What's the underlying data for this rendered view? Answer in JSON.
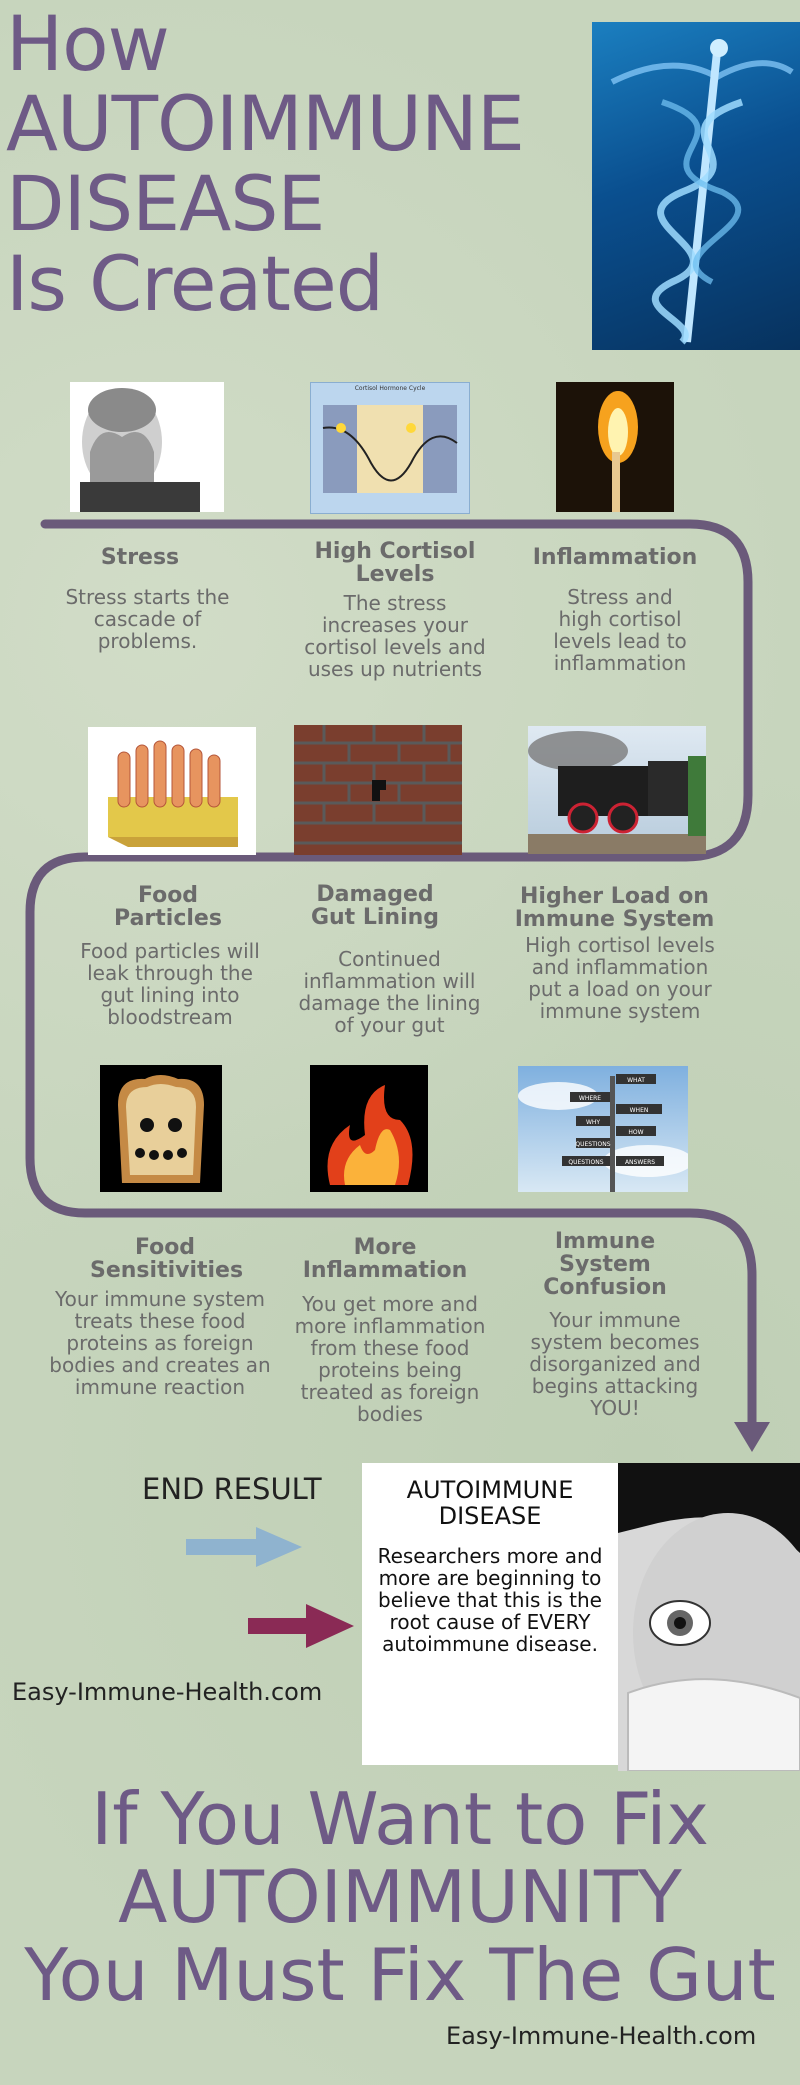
{
  "title": {
    "line1": "How",
    "line2": "AUTOIMMUNE",
    "line3": "DISEASE",
    "line4": "Is Created"
  },
  "steps": [
    {
      "title": "Stress",
      "desc": "Stress starts the cascade of problems."
    },
    {
      "title": "High Cortisol Levels",
      "desc": "The stress increases your cortisol levels and uses up nutrients"
    },
    {
      "title": "Inflammation",
      "desc": "Stress and high cortisol levels lead to inflammation"
    },
    {
      "title": "Food Particles",
      "desc": "Food particles will leak through the gut lining into bloodstream"
    },
    {
      "title": "Damaged Gut Lining",
      "desc": "Continued inflammation will damage the lining of your gut"
    },
    {
      "title": "Higher Load on Immune System",
      "desc": "High cortisol levels and inflammation put a load on your immune system"
    },
    {
      "title": "Food Sensitivities",
      "desc": "Your immune system treats these food proteins as foreign bodies and creates an immune reaction"
    },
    {
      "title": "More Inflammation",
      "desc": "You get more and more inflammation from these food proteins being treated as foreign bodies"
    },
    {
      "title": "Immune System Confusion",
      "desc": "Your immune system becomes disorganized and begins attacking YOU!"
    }
  ],
  "chart_image_text": "Cortisol Hormone Cycle",
  "signpost": [
    "WHAT",
    "WHERE",
    "WHEN",
    "WHY",
    "HOW",
    "QUESTIONS",
    "ANSWERS"
  ],
  "end_result_label": "END RESULT",
  "site_url": "Easy-Immune-Health.com",
  "result_box": {
    "title": "AUTOIMMUNE DISEASE",
    "body": "Researchers more and more are beginning to believe that this is the root cause of EVERY autoimmune disease."
  },
  "bottom_headline": {
    "line1": "If You Want to Fix",
    "line2": "AUTOIMMUNITY",
    "line3": "You Must Fix The Gut"
  },
  "colors": {
    "accent": "#6e5a86",
    "path": "#6a5a7a",
    "arrow_blue": "#8fb3cf",
    "arrow_maroon": "#8a2a55",
    "background": "#c7d5bd"
  }
}
